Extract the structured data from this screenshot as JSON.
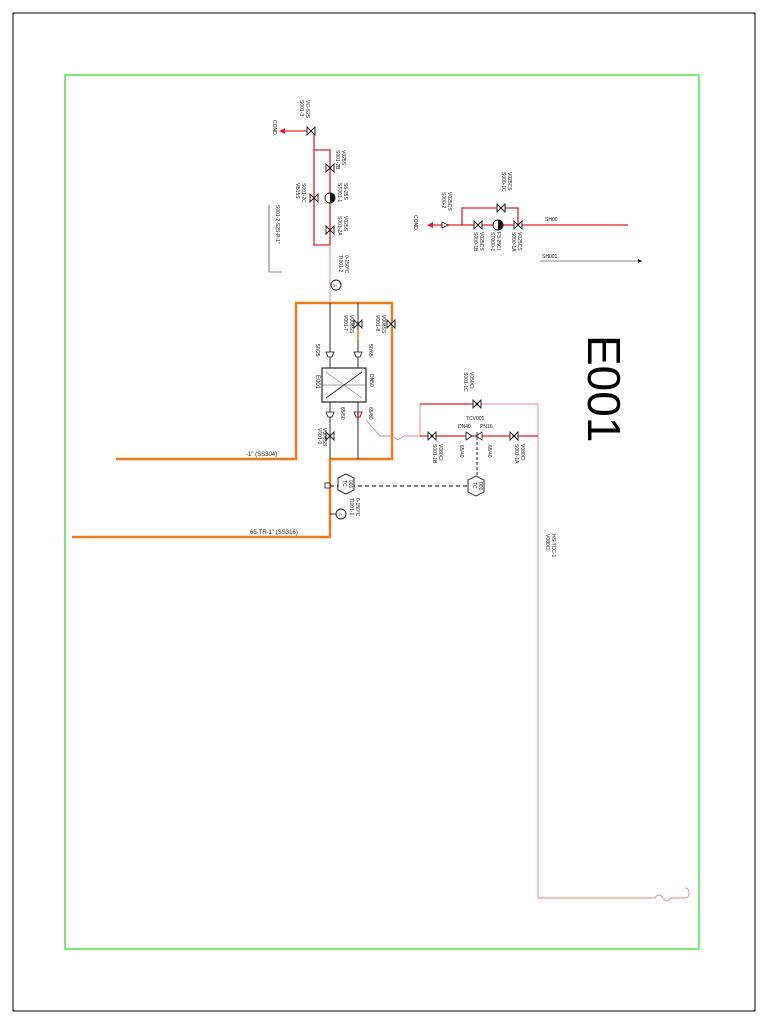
{
  "title": "E001",
  "colors": {
    "frame_outer": "#000000",
    "frame_inner": "#22dd22",
    "steam_line": "#e02020",
    "process_line": "#ee7a1a",
    "return_line": "#f08080",
    "signal_line": "#000000"
  },
  "equipment": {
    "exchanger_tag": "E001",
    "nozzle_top_left": "50/25",
    "nozzle_top_right": "50/65",
    "nozzle_bottom_left": "65/50",
    "nozzle_bottom_right": "65/80",
    "body_size": "DN50"
  },
  "lines": {
    "product_in": "-1\" (SS304)",
    "product_out": "65-TR-1\" (SS316)",
    "steam_header": "SH001",
    "steam_header_short": "SH00",
    "return_tag_1": "HS-TCC-1",
    "return_tag_2": "V080CI",
    "top_line": "S001-2-S2S-R-1\""
  },
  "top_branch": {
    "cond_label": "COND.",
    "valve_top_tag": "S001-3",
    "valve_top_spec": "VC-S2S",
    "valve_2b_tag": "S001-2B",
    "valve_2b_spec": "V025S",
    "trap_tag": "ST001-1",
    "trap_spec": "S6-25S",
    "valve_side_tag": "VB15S",
    "valve_side_spec": "S001-2C",
    "valve_2a_tag": "S001-2A",
    "valve_2a_spec": "V025S"
  },
  "right_branch": {
    "cond_label": "COND.",
    "valve_2_tag": "S000-2",
    "valve_2_spec": "V025CS",
    "valve_1c_tag": "S000-1C",
    "valve_1c_spec": "V025CS",
    "valve_1b_tag": "S000-1B",
    "valve_1b_spec": "V025CS",
    "trap_tag": "ST000-1",
    "trap_spec": "F3-25CI",
    "valve_1a_tag": "S000-1A",
    "valve_1a_spec": "V025CS"
  },
  "control": {
    "valve_tag": "TCV001",
    "valve_dn": "DN40",
    "valve_pn": "PN16",
    "red_left": "65/40",
    "red_right": "65/40",
    "valve_1b_tag": "S001-1B",
    "valve_1b_spec": "V080CI",
    "valve_1a_tag": "S001-1A",
    "valve_1a_spec": "V080CI",
    "valve_1c_tag": "S001-1C",
    "valve_1c_spec": "V050CI",
    "tc_tag_top": "TC",
    "tc_num_top": "001",
    "tc_tag_bottom": "TC",
    "tc_num_bottom": "001"
  },
  "instruments": {
    "ti_top_tag": "TI001-2",
    "ti_top_range": "0-150°C",
    "ti_bottom_tag": "TI001-1",
    "ti_bottom_range": "0-150°C",
    "vent_valve_a_tag": "V001-8",
    "vent_valve_a_spec": "V008SS",
    "vent_valve_b_tag": "V001-7",
    "vent_valve_b_spec": "V008SS",
    "drain_valve_tag": "V001-9",
    "drain_valve_spec": "V008SS"
  }
}
